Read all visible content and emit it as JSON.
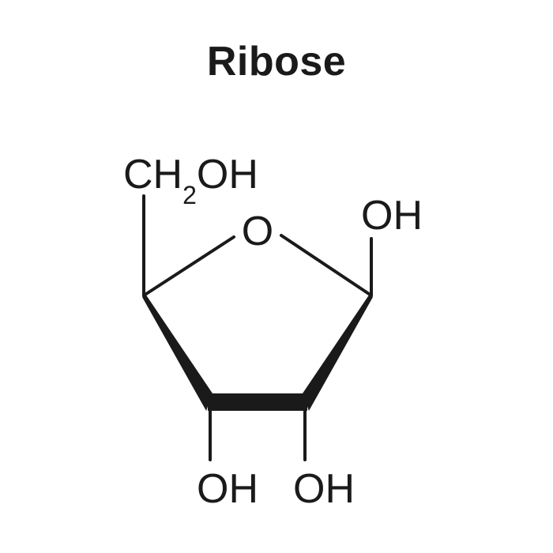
{
  "title": "Ribose",
  "molecule": {
    "ring_oxygen": "O",
    "substituent_top_left": {
      "main": "CH",
      "subscript": "2",
      "tail": "OH"
    },
    "substituent_right": "OH",
    "substituent_bottom_left": "OH",
    "substituent_bottom_right": "OH"
  },
  "colors": {
    "ink": "#1a1a1a",
    "background": "#ffffff"
  }
}
